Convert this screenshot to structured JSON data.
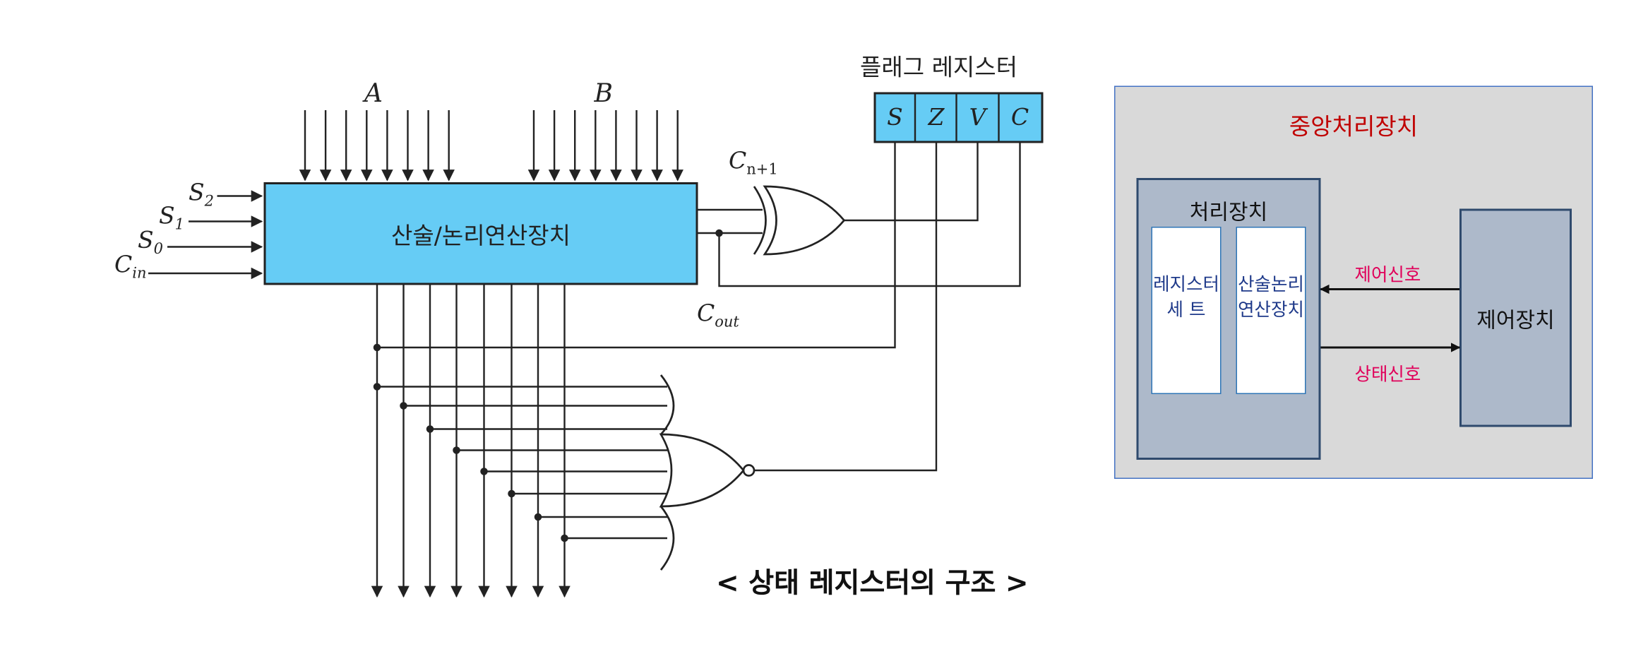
{
  "circuit": {
    "input_a": "A",
    "input_b": "B",
    "select_lines": {
      "s2": "S",
      "s2_sub": "2",
      "s1": "S",
      "s1_sub": "1",
      "s0": "S",
      "s0_sub": "0",
      "cin": "C",
      "cin_sub": "in"
    },
    "alu_label": "산술/논리연산장치",
    "carry_n1": {
      "base": "C",
      "sub": "n+1"
    },
    "carry_out": {
      "base": "C",
      "sub": "out"
    },
    "flag_register_title": "플래그 레지스터",
    "flags": [
      "S",
      "Z",
      "V",
      "C"
    ]
  },
  "caption": "< 상태 레지스터의 구조 >",
  "cpu_diagram": {
    "title": "중앙처리장치",
    "processing_unit": "처리장치",
    "register_set_line1": "레지스터",
    "register_set_line2": "세 트",
    "alu_line1": "산술논리",
    "alu_line2": "연산장치",
    "control_signal": "제어신호",
    "status_signal": "상태신호",
    "control_unit": "제어장치"
  },
  "colors": {
    "alu_fill": "#66ccf5",
    "flag_fill": "#66ccf5",
    "cpu_bg": "#d9d9d9",
    "unit_fill": "#adb9ca",
    "title_red": "#c00000",
    "signal_pink": "#e0005a",
    "box_text_blue": "#1f3a8a"
  }
}
